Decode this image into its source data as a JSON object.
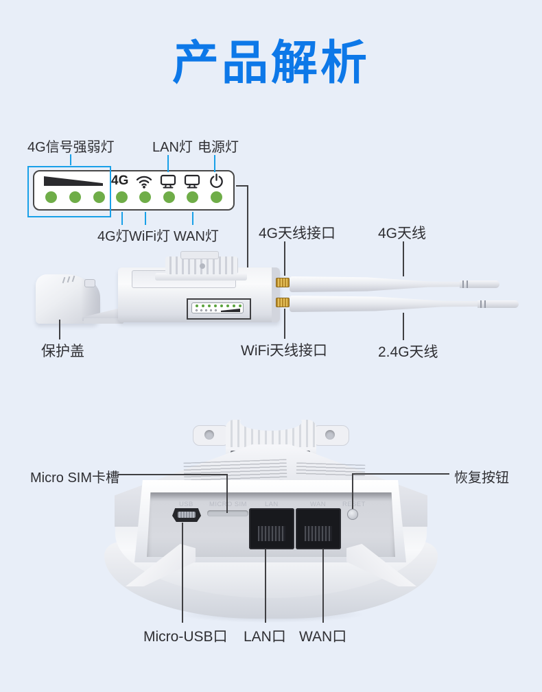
{
  "title": "产品解析",
  "colors": {
    "background": "#e8eef8",
    "title_blue": "#0d78e8",
    "callout_blue": "#18a0e8",
    "led_green": "#6fad48",
    "callout_dark": "#3f3f42"
  },
  "led_panel": {
    "indicator_4g_text": "4G",
    "callouts_top": [
      {
        "label": "4G信号强弱灯"
      },
      {
        "label": "LAN灯"
      },
      {
        "label": "电源灯"
      }
    ],
    "callouts_bottom": [
      {
        "label": "4G灯"
      },
      {
        "label": "WiFi灯"
      },
      {
        "label": "WAN灯"
      }
    ]
  },
  "side_view": {
    "labels": {
      "cover": "保护盖",
      "antenna_4g_port": "4G天线接口",
      "antenna_4g": "4G天线",
      "antenna_wifi_port": "WiFi天线接口",
      "antenna_24g": "2.4G天线"
    }
  },
  "bottom_view": {
    "labels": {
      "sim_slot": "Micro SIM卡槽",
      "reset_button": "恢复按钮",
      "micro_usb": "Micro-USB口",
      "lan_port": "LAN口",
      "wan_port": "WAN口"
    },
    "engraved": {
      "usb": "USB",
      "micro_sim": "MICRO SIM",
      "lan": "LAN",
      "wan": "WAN",
      "reset": "RESET"
    }
  }
}
